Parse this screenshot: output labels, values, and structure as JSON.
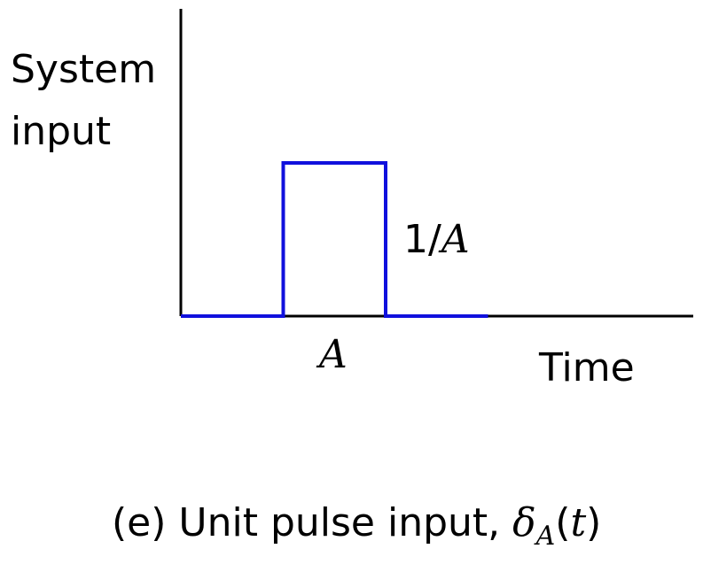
{
  "chart_data": {
    "type": "line",
    "ylabel_line1": "System",
    "ylabel_line2": "input",
    "xlabel": "Time",
    "width_label": "A",
    "height_label_prefix": "1/",
    "height_label_var": "A",
    "caption_prefix": "(e) Unit pulse input, ",
    "caption_symbol": "δ",
    "caption_subscript": "A",
    "caption_arg_open": "(",
    "caption_arg": "t",
    "caption_arg_close": ")",
    "series": [
      {
        "x": [
          0,
          1,
          1,
          2,
          2,
          3
        ],
        "y": [
          0,
          0,
          1,
          1,
          0,
          0
        ]
      }
    ],
    "pulse_start": 1,
    "pulse_end": 2,
    "pulse_height": 1,
    "xlim": [
      0,
      4
    ],
    "ylim": [
      0,
      2
    ],
    "colors": {
      "signal": "#1010dd",
      "axes": "#000000"
    }
  }
}
